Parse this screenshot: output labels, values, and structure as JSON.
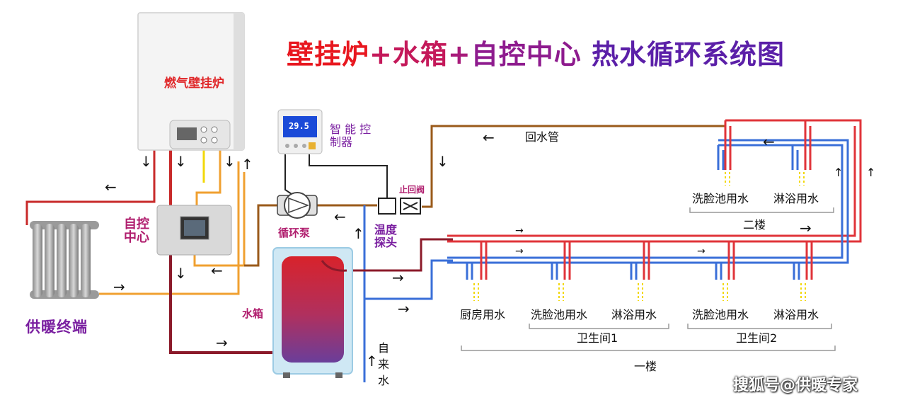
{
  "title": {
    "segments": [
      {
        "text": "壁挂炉",
        "color": "#e8171f"
      },
      {
        "text": "+",
        "color": "#c4195a"
      },
      {
        "text": "水箱",
        "color": "#c4195a"
      },
      {
        "text": "+",
        "color": "#a81a7a"
      },
      {
        "text": "自控中心 ",
        "color": "#8e1b8e"
      },
      {
        "text": "热水循环系统图",
        "color": "#5b1fa8"
      }
    ]
  },
  "labels": {
    "boiler": "燃气壁挂炉",
    "smart_controller": "智 能 控制器",
    "control_center": "自控 中心",
    "pump": "循环泵",
    "temp_probe": "温度 探头",
    "check_valve": "止回阀",
    "tank": "水箱",
    "heating_terminal": "供暖终端",
    "tap_water": "自 来 水",
    "return_pipe": "回水管"
  },
  "fixtures": {
    "f2_basin": "洗脸池用水",
    "f2_shower": "淋浴用水",
    "kitchen": "厨房用水",
    "bath1_basin": "洗脸池用水",
    "bath1_shower": "淋浴用水",
    "bath2_basin": "洗脸池用水",
    "bath2_shower": "淋浴用水"
  },
  "groups": {
    "floor2": "二楼",
    "bathroom1": "卫生间1",
    "bathroom2": "卫生间2",
    "floor1": "一楼"
  },
  "controller_display": "29.5",
  "watermark": "搜狐号@供暖专家",
  "colors": {
    "hot_pipe": "#e0343a",
    "cold_pipe": "#3a6fd8",
    "return_pipe": "#9a5a1a",
    "supply_dark": "#8b1a2a",
    "heating_orange": "#f0a030",
    "yellow": "#f2d80a"
  }
}
